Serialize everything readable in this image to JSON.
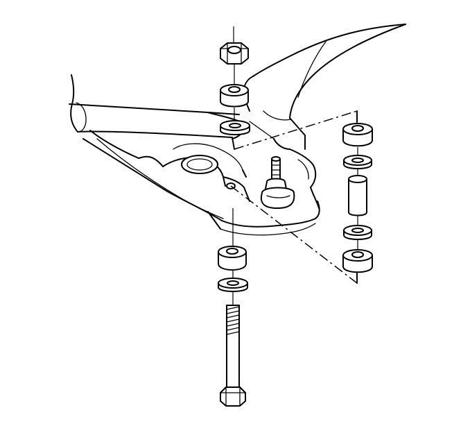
{
  "diagram": {
    "description_visible_text": "",
    "parts": [
      "lock-nut",
      "upper-bushing",
      "upper-washer",
      "stabilizer-bar",
      "lower-control-arm",
      "ball-joint",
      "lower-bushing",
      "lower-washer",
      "link-bolt",
      "spacer-sleeve",
      "exploded-link-assembly"
    ],
    "colors": {
      "line": "#000000",
      "background": "#ffffff"
    }
  }
}
